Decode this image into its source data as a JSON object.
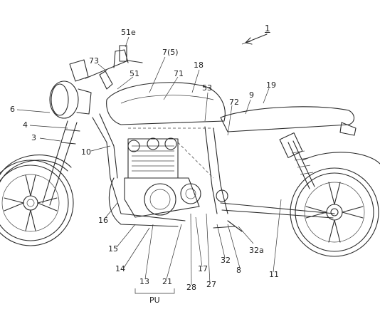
{
  "figure": {
    "reference_numeral": "1",
    "group_label": "PU",
    "labels": {
      "l51e": "51e",
      "l73": "73",
      "l7_5": "7(5)",
      "l51": "51",
      "l71": "71",
      "l18": "18",
      "l53": "53",
      "l72": "72",
      "l9": "9",
      "l19": "19",
      "l6": "6",
      "l4": "4",
      "l3": "3",
      "l10": "10",
      "l16": "16",
      "l15": "15",
      "l14": "14",
      "l13": "13",
      "l21": "21",
      "l28": "28",
      "l27": "27",
      "l17": "17",
      "l32": "32",
      "l32a": "32a",
      "l8": "8",
      "l11": "11"
    }
  }
}
